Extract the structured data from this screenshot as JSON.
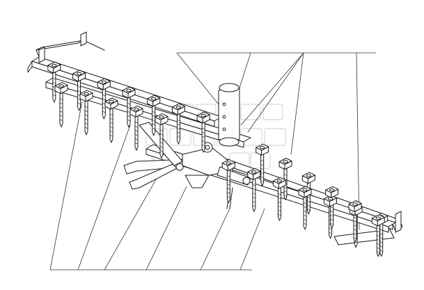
{
  "figure": {
    "subject": "drawing-of-harrow-section",
    "background_color": "#ffffff",
    "line_color": "#1a1a1a",
    "watermark_color": "#d8d8d8"
  },
  "callouts": {
    "bottom_count": 5,
    "top_count": 4
  },
  "watermark": {
    "kind": "logo"
  }
}
